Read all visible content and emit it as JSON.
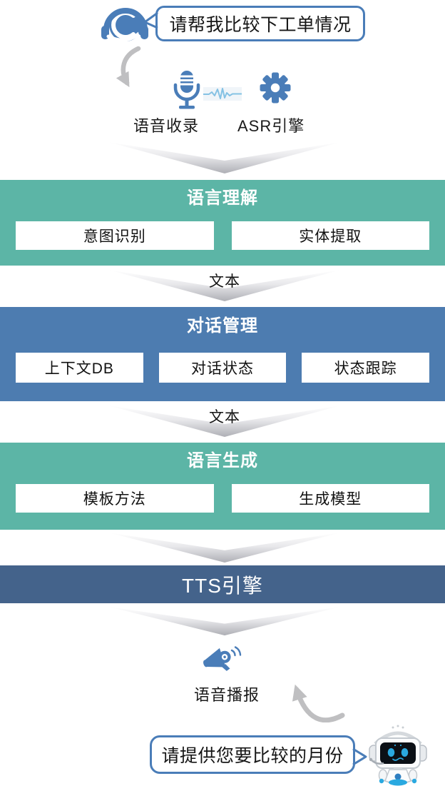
{
  "palette": {
    "accent_blue": "#4a7db8",
    "teal_green": "#5cb5a6",
    "steel_blue": "#4d7cb0",
    "navy_blue": "#44638b",
    "arrow_gray": "#bfbfc1",
    "chevron_gray": "#aeafb5",
    "text_dark": "#1a1a1a"
  },
  "user_bubble": {
    "text": "请帮我比较下工单情况"
  },
  "input_stage": {
    "voice_capture_label": "语音收录",
    "asr_label": "ASR引擎"
  },
  "blocks": {
    "nlu": {
      "title": "语言理解",
      "items": [
        "意图识别",
        "实体提取"
      ]
    },
    "dm": {
      "title": "对话管理",
      "items": [
        "上下文DB",
        "对话状态",
        "状态跟踪"
      ]
    },
    "nlg": {
      "title": "语言生成",
      "items": [
        "模板方法",
        "生成模型"
      ]
    }
  },
  "connectors": {
    "after_nlu": "文本",
    "after_dm": "文本"
  },
  "tts": {
    "label": "TTS引擎"
  },
  "output_stage": {
    "broadcast_label": "语音播报"
  },
  "bot_bubble": {
    "text": "请提供您要比较的月份"
  },
  "icons": {
    "agent": "agent-headset-icon",
    "mic": "microphone-icon",
    "wave": "waveform-icon",
    "gear": "gear-icon",
    "megaphone": "megaphone-icon",
    "robot": "robot-icon"
  }
}
